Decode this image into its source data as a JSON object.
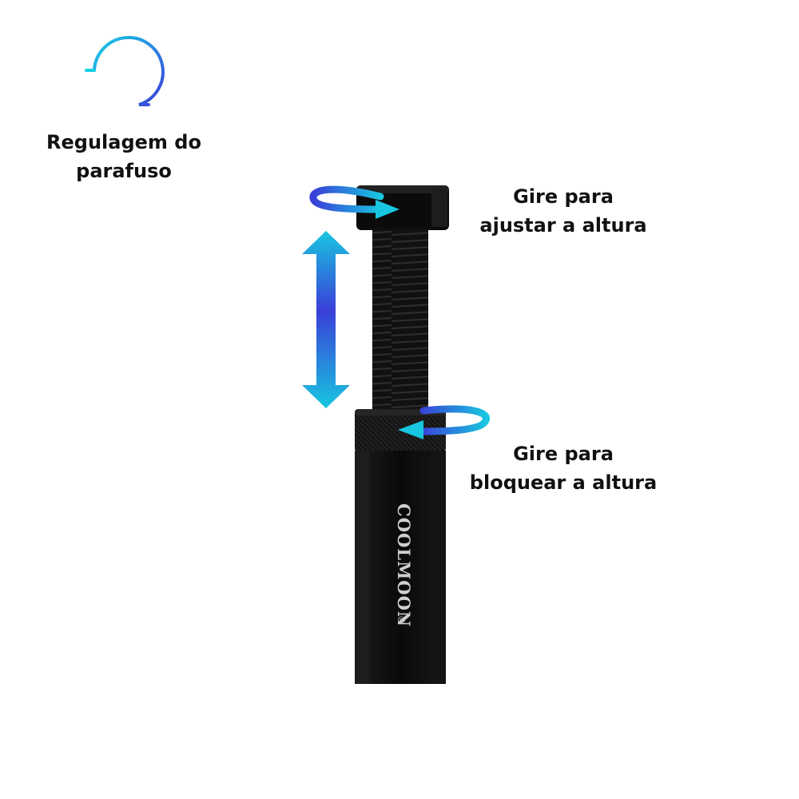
{
  "feature": {
    "title_line1": "Regulagem do",
    "title_line2": "parafuso",
    "icon": "rotate-icon"
  },
  "captions": {
    "adjust_line1": "Gire para",
    "adjust_line2": "ajustar a altura",
    "lock_line1": "Gire para",
    "lock_line2": "bloquear a altura"
  },
  "product": {
    "brand": "COOLMOON",
    "trademark": "®",
    "colors": {
      "body": "#0c0c0c",
      "accent_cyan": "#18c6e0",
      "accent_blue": "#3a3fd8"
    }
  }
}
